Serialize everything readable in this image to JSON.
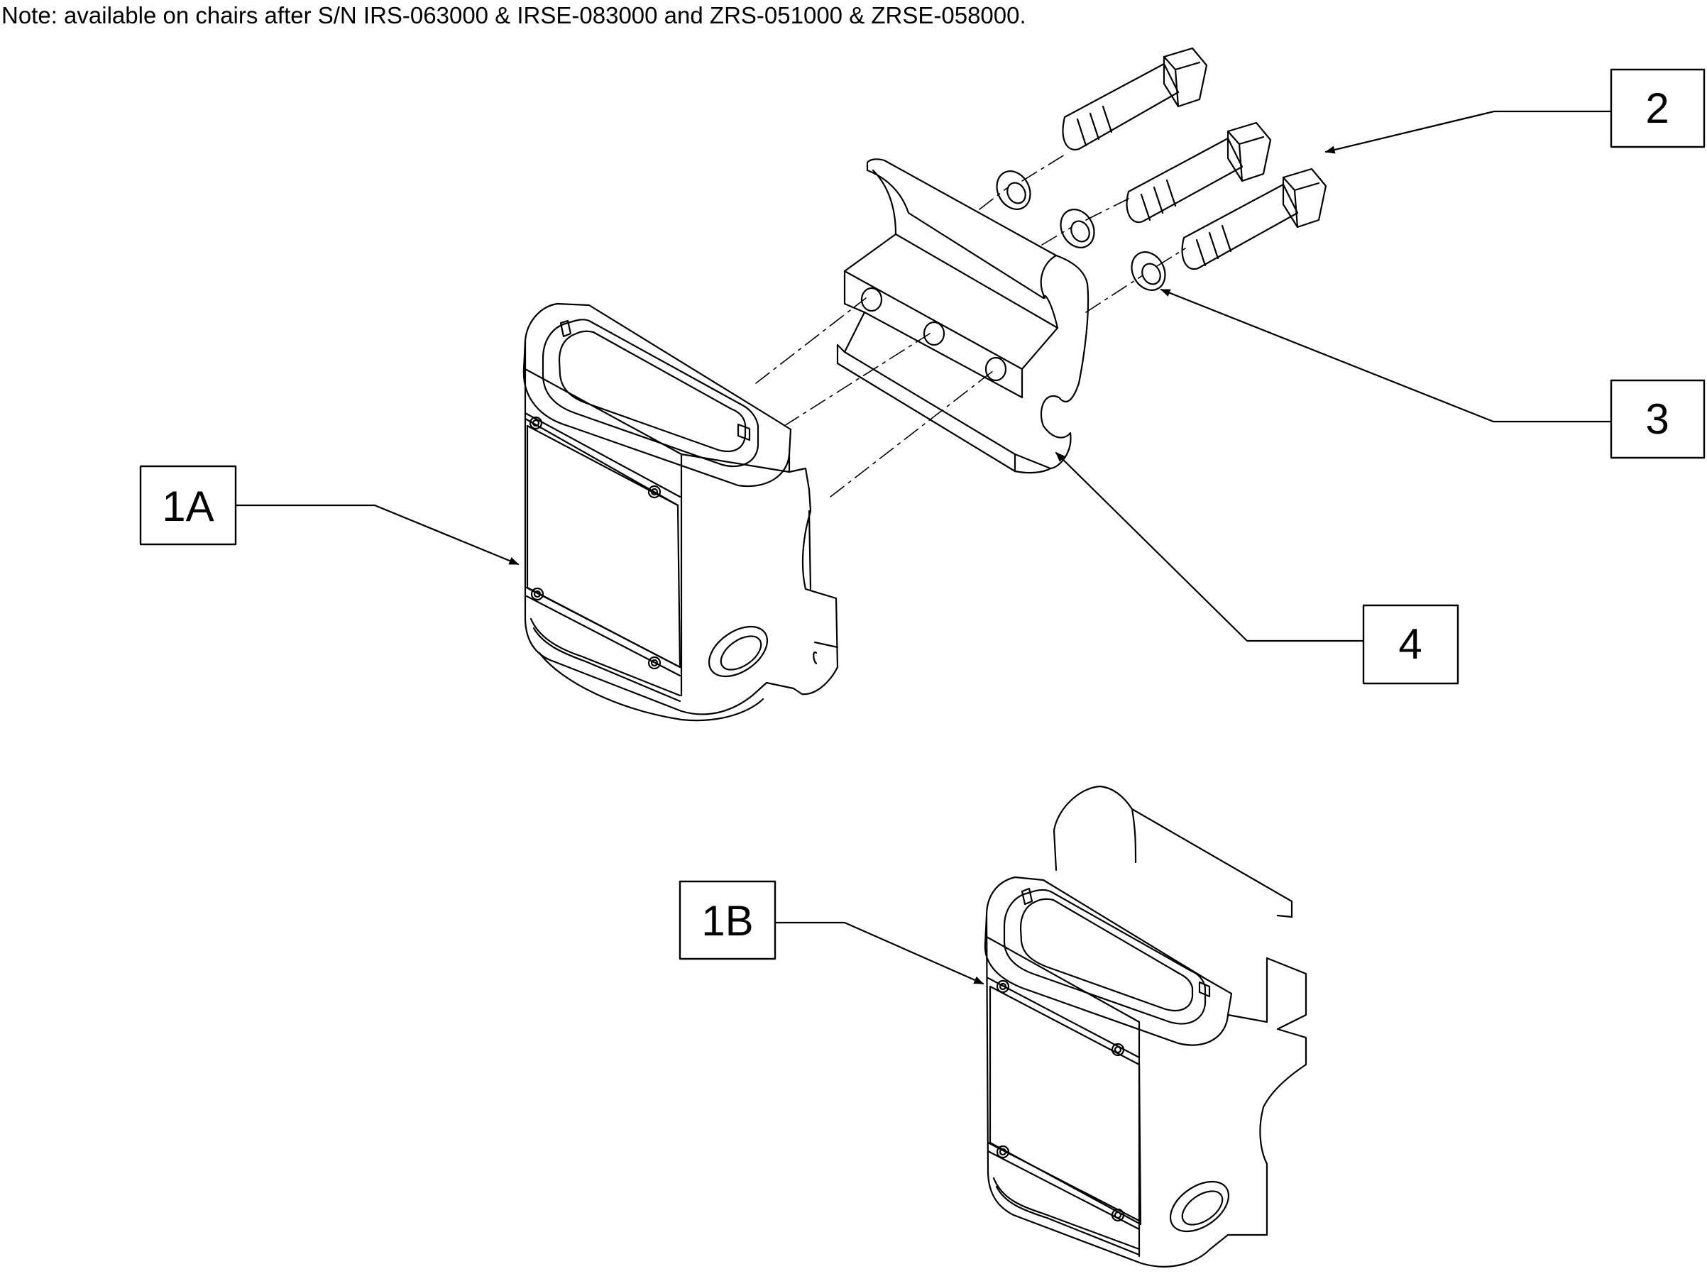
{
  "note": "Note: available on chairs after S/N IRS-063000 & IRSE-083000 and ZRS-051000 & ZRSE-058000.",
  "callouts": [
    {
      "id": "1A",
      "label": "1A"
    },
    {
      "id": "1B",
      "label": "1B"
    },
    {
      "id": "2",
      "label": "2"
    },
    {
      "id": "3",
      "label": "3"
    },
    {
      "id": "4",
      "label": "4"
    }
  ],
  "colors": {
    "line": "#000000",
    "background": "#ffffff"
  }
}
